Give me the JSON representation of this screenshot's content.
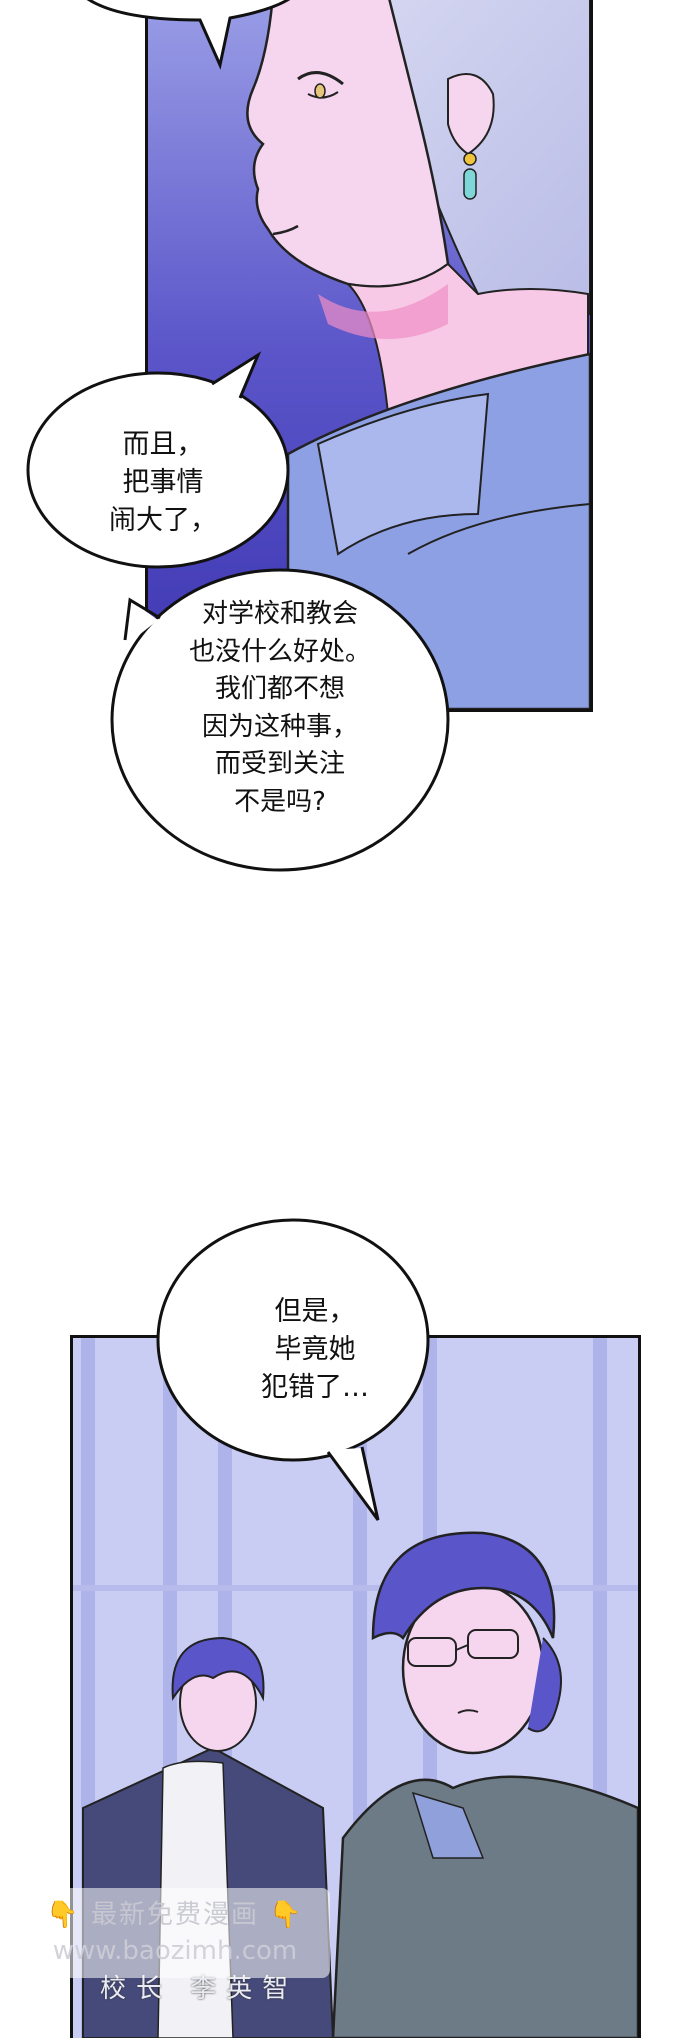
{
  "bubbles": {
    "b1": "而且，\n把事情\n闹大了，",
    "b2": "对学校和教会\n也没什么好处。\n我们都不想\n因为这种事，\n而受到关注\n不是吗?",
    "b3": "但是，\n毕竟她\n犯错了…"
  },
  "watermark": {
    "line1": "最新免费漫画",
    "line2": "www.baozimh.com",
    "hand_icon": "👇"
  },
  "name_plate": "校长 李英智",
  "colors": {
    "panel_top_bg": "#5a55c8",
    "panel_bottom_bg": "#c9cdf3",
    "line": "#111111",
    "skin": "#f7d6ee"
  }
}
